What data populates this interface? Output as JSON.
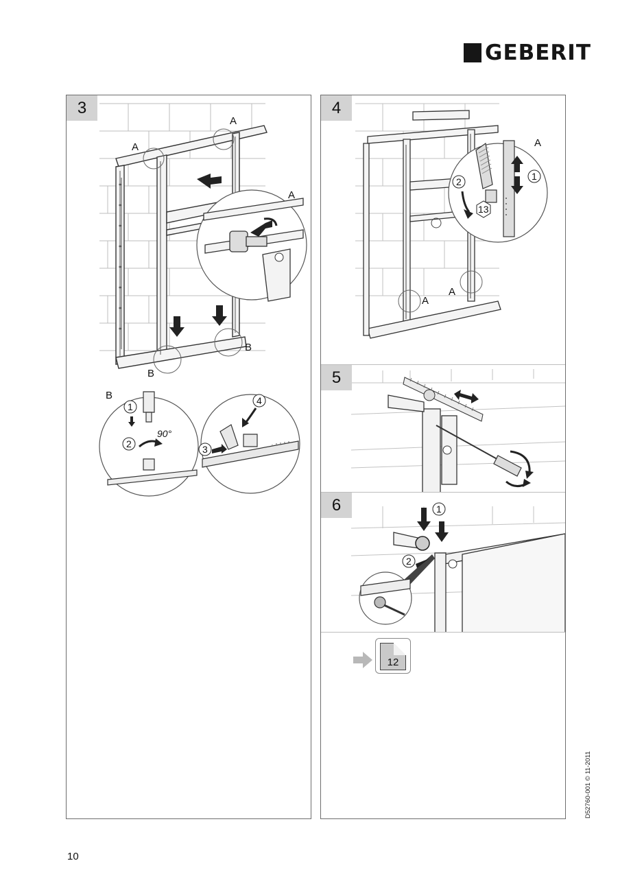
{
  "brand": {
    "name": "GEBERIT"
  },
  "steps": [
    {
      "number": "3",
      "callouts": [
        "A",
        "A",
        "A",
        "B",
        "B",
        "B",
        "1",
        "2",
        "90°",
        "3",
        "4"
      ]
    },
    {
      "number": "4",
      "callouts": [
        "A",
        "A",
        "A",
        "1",
        "2",
        "13"
      ]
    },
    {
      "number": "5"
    },
    {
      "number": "6",
      "callouts": [
        "1",
        "2"
      ]
    }
  ],
  "page_reference": {
    "target_page": "12"
  },
  "footer": {
    "page_number": "10",
    "document_ref": "D52760-001 © 11-2011"
  }
}
